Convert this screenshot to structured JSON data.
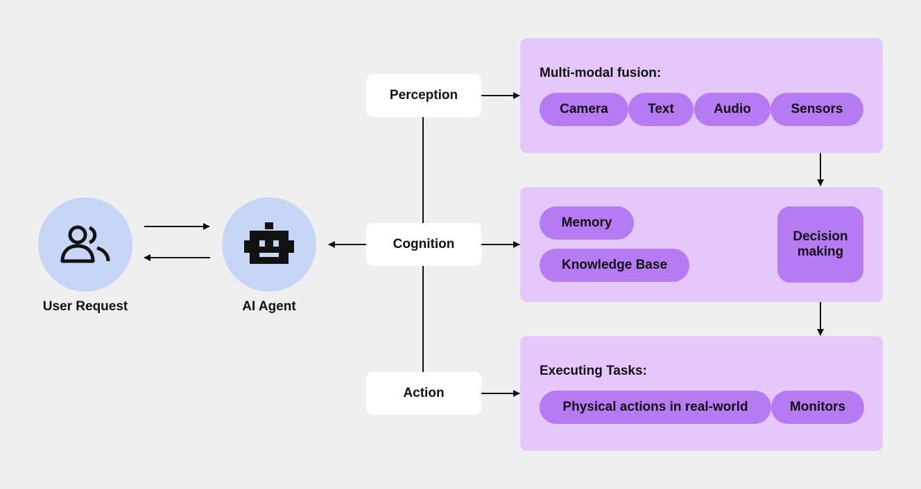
{
  "user": {
    "label": "User Request",
    "icon": "users-icon"
  },
  "agent": {
    "label": "AI Agent",
    "icon": "robot-icon"
  },
  "stages": {
    "perception": "Perception",
    "cognition": "Cognition",
    "action": "Action"
  },
  "perception_panel": {
    "title": "Multi-modal fusion:",
    "pills": [
      "Camera",
      "Text",
      "Audio",
      "Sensors"
    ]
  },
  "cognition_panel": {
    "memory": "Memory",
    "knowledge": "Knowledge Base",
    "decision": "Decision\nmaking"
  },
  "action_panel": {
    "title": "Executing Tasks:",
    "pills": [
      "Physical actions in real-world",
      "Monitors"
    ]
  },
  "colors": {
    "background": "#efefef",
    "circle": "#c7d6f6",
    "panel": "#e4c8fb",
    "pill": "#b67bf3",
    "card": "#ffffff"
  }
}
